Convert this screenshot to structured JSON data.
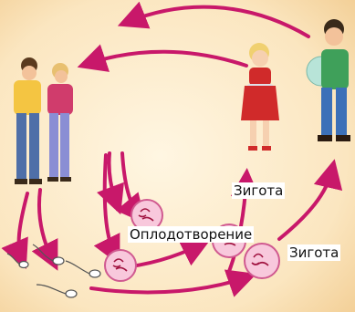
{
  "colors": {
    "background_center": "#fff4dc",
    "background_edge": "#f6d6a2",
    "arrow": "#c8186a",
    "cell_fill": "#f8c8dc",
    "cell_ring": "#d05a90",
    "chromosome": "#a0123f"
  },
  "labels": {
    "fertilization": "Оплодотворение",
    "zygote_top": "Зигота",
    "zygote_right": "Зигота"
  },
  "figures": [
    {
      "name": "couple",
      "icon": "man-and-woman-illustration"
    },
    {
      "name": "girl-child",
      "icon": "child-illustration"
    },
    {
      "name": "boy-with-balloon",
      "icon": "boy-with-ball-illustration"
    },
    {
      "name": "sperm-cell",
      "icon": "sperm-icon"
    },
    {
      "name": "egg-cell",
      "icon": "egg-cell-icon"
    }
  ]
}
